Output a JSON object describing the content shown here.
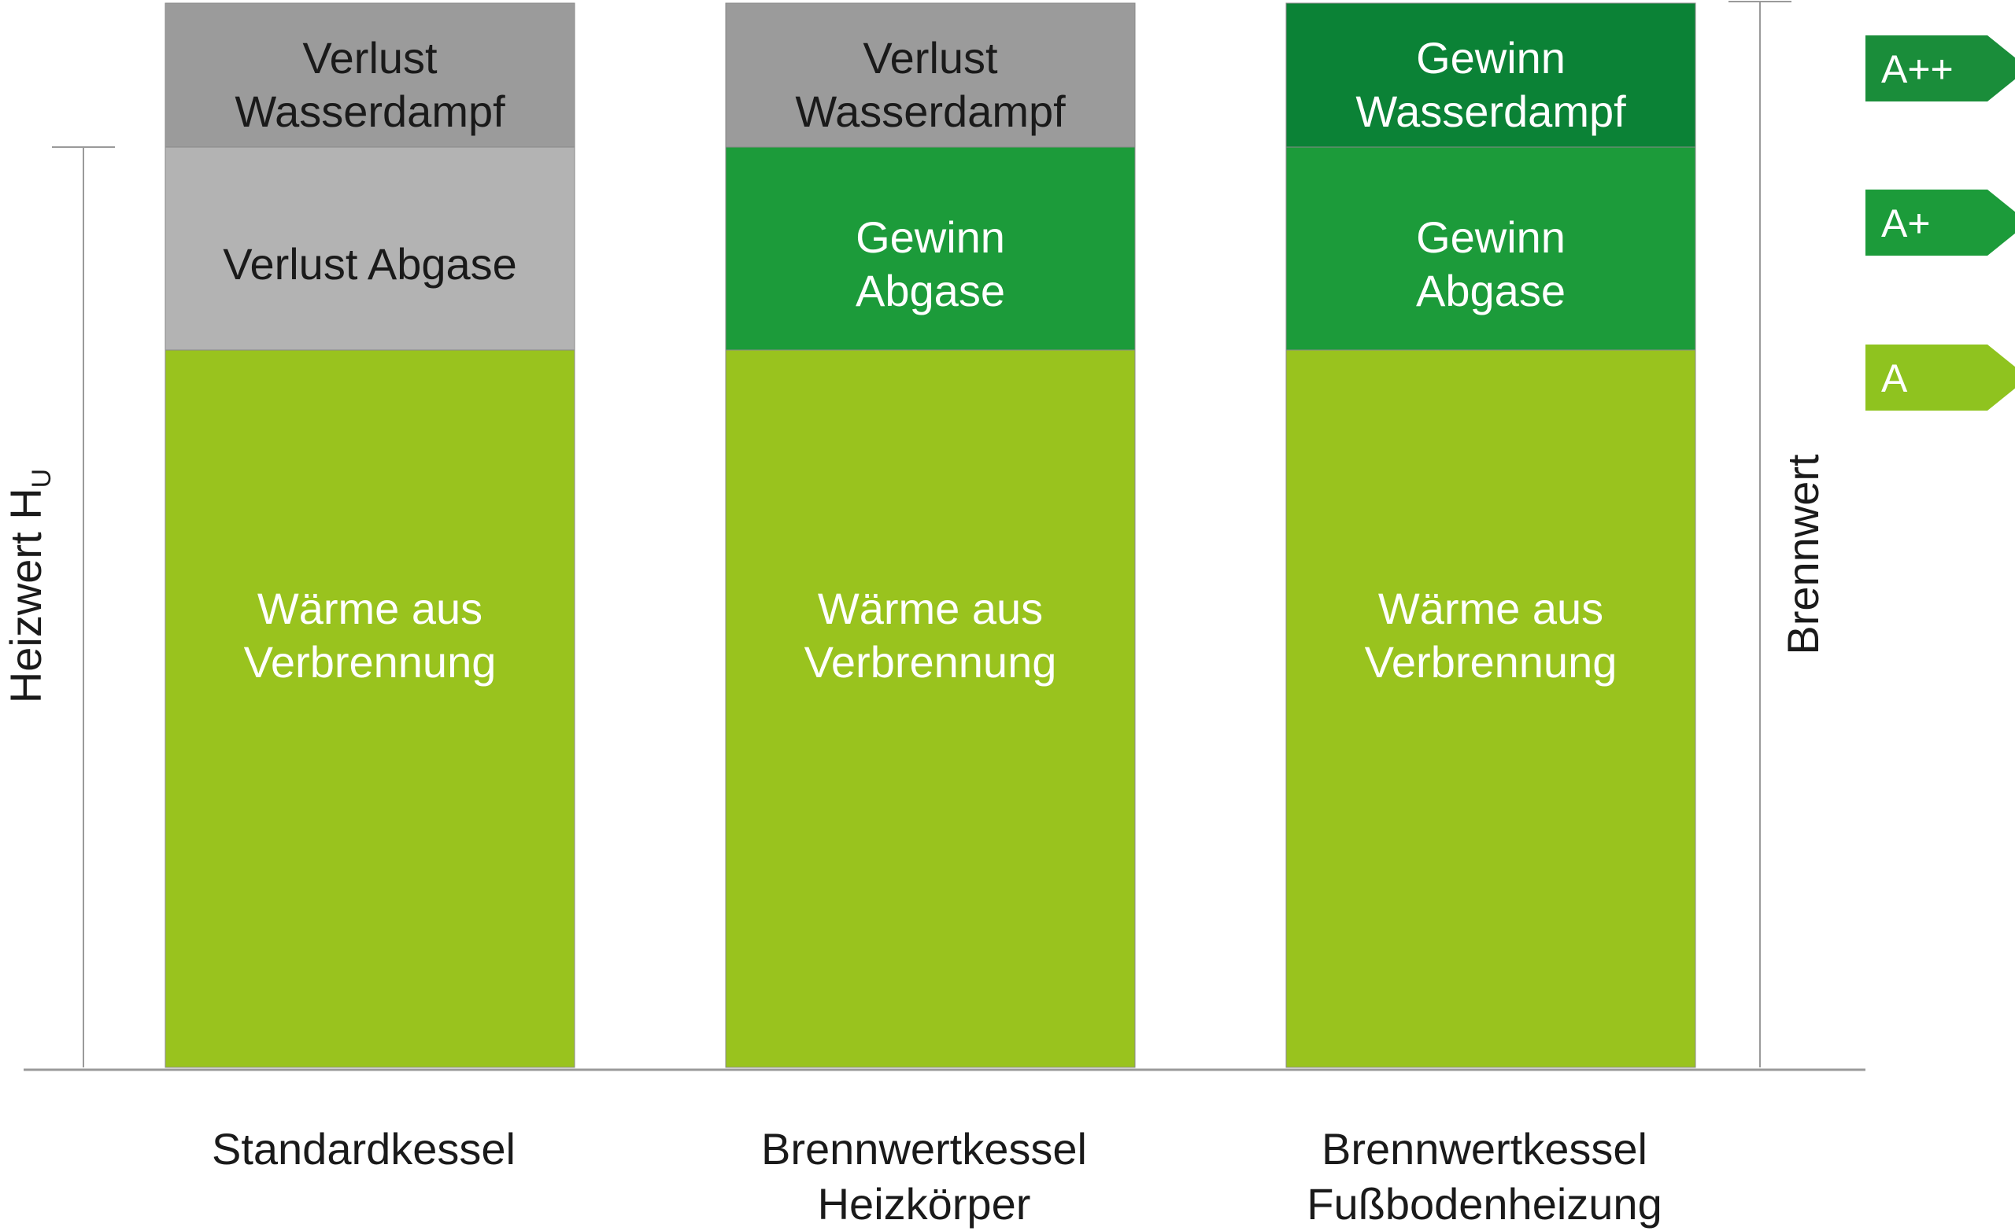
{
  "colors": {
    "loss_dark": "#9b9b9b",
    "loss_light": "#b3b3b3",
    "gain_dark": "#0b8236",
    "gain_mid": "#1c9b3a",
    "heat": "#99c31e",
    "tag_app": "#1a8d3a",
    "tag_ap": "#1c9b3a",
    "tag_a": "#8fc31f",
    "axis": "#9a9a9a",
    "text_dark": "#1a1a1a",
    "text_light": "#ffffff"
  },
  "left_axis": {
    "label": "Heizwert H",
    "subscript": "U"
  },
  "right_axis": {
    "label": "Brennwert"
  },
  "columns": [
    {
      "category": [
        "Standardkessel"
      ],
      "segments": [
        {
          "lines": [
            "Verlust",
            "Wasserdampf"
          ],
          "color": "loss_dark",
          "text": "text_dark"
        },
        {
          "lines": [
            "Verlust Abgase"
          ],
          "color": "loss_light",
          "text": "text_dark"
        },
        {
          "lines": [
            "Wärme aus",
            "Verbrennung"
          ],
          "color": "heat",
          "text": "text_light"
        }
      ]
    },
    {
      "category": [
        "Brennwertkessel",
        "Heizkörper"
      ],
      "segments": [
        {
          "lines": [
            "Verlust",
            "Wasserdampf"
          ],
          "color": "loss_dark",
          "text": "text_dark"
        },
        {
          "lines": [
            "Gewinn",
            "Abgase"
          ],
          "color": "gain_mid",
          "text": "text_light"
        },
        {
          "lines": [
            "Wärme aus",
            "Verbrennung"
          ],
          "color": "heat",
          "text": "text_light"
        }
      ]
    },
    {
      "category": [
        "Brennwertkessel",
        "Fußbodenheizung"
      ],
      "segments": [
        {
          "lines": [
            "Gewinn",
            "Wasserdampf"
          ],
          "color": "gain_dark",
          "text": "text_light"
        },
        {
          "lines": [
            "Gewinn",
            "Abgase"
          ],
          "color": "gain_mid",
          "text": "text_light"
        },
        {
          "lines": [
            "Wärme aus",
            "Verbrennung"
          ],
          "color": "heat",
          "text": "text_light"
        }
      ]
    }
  ],
  "efficiency_tags": [
    {
      "label": "A++",
      "color": "tag_app"
    },
    {
      "label": "A+",
      "color": "tag_ap"
    },
    {
      "label": "A",
      "color": "tag_a"
    }
  ]
}
